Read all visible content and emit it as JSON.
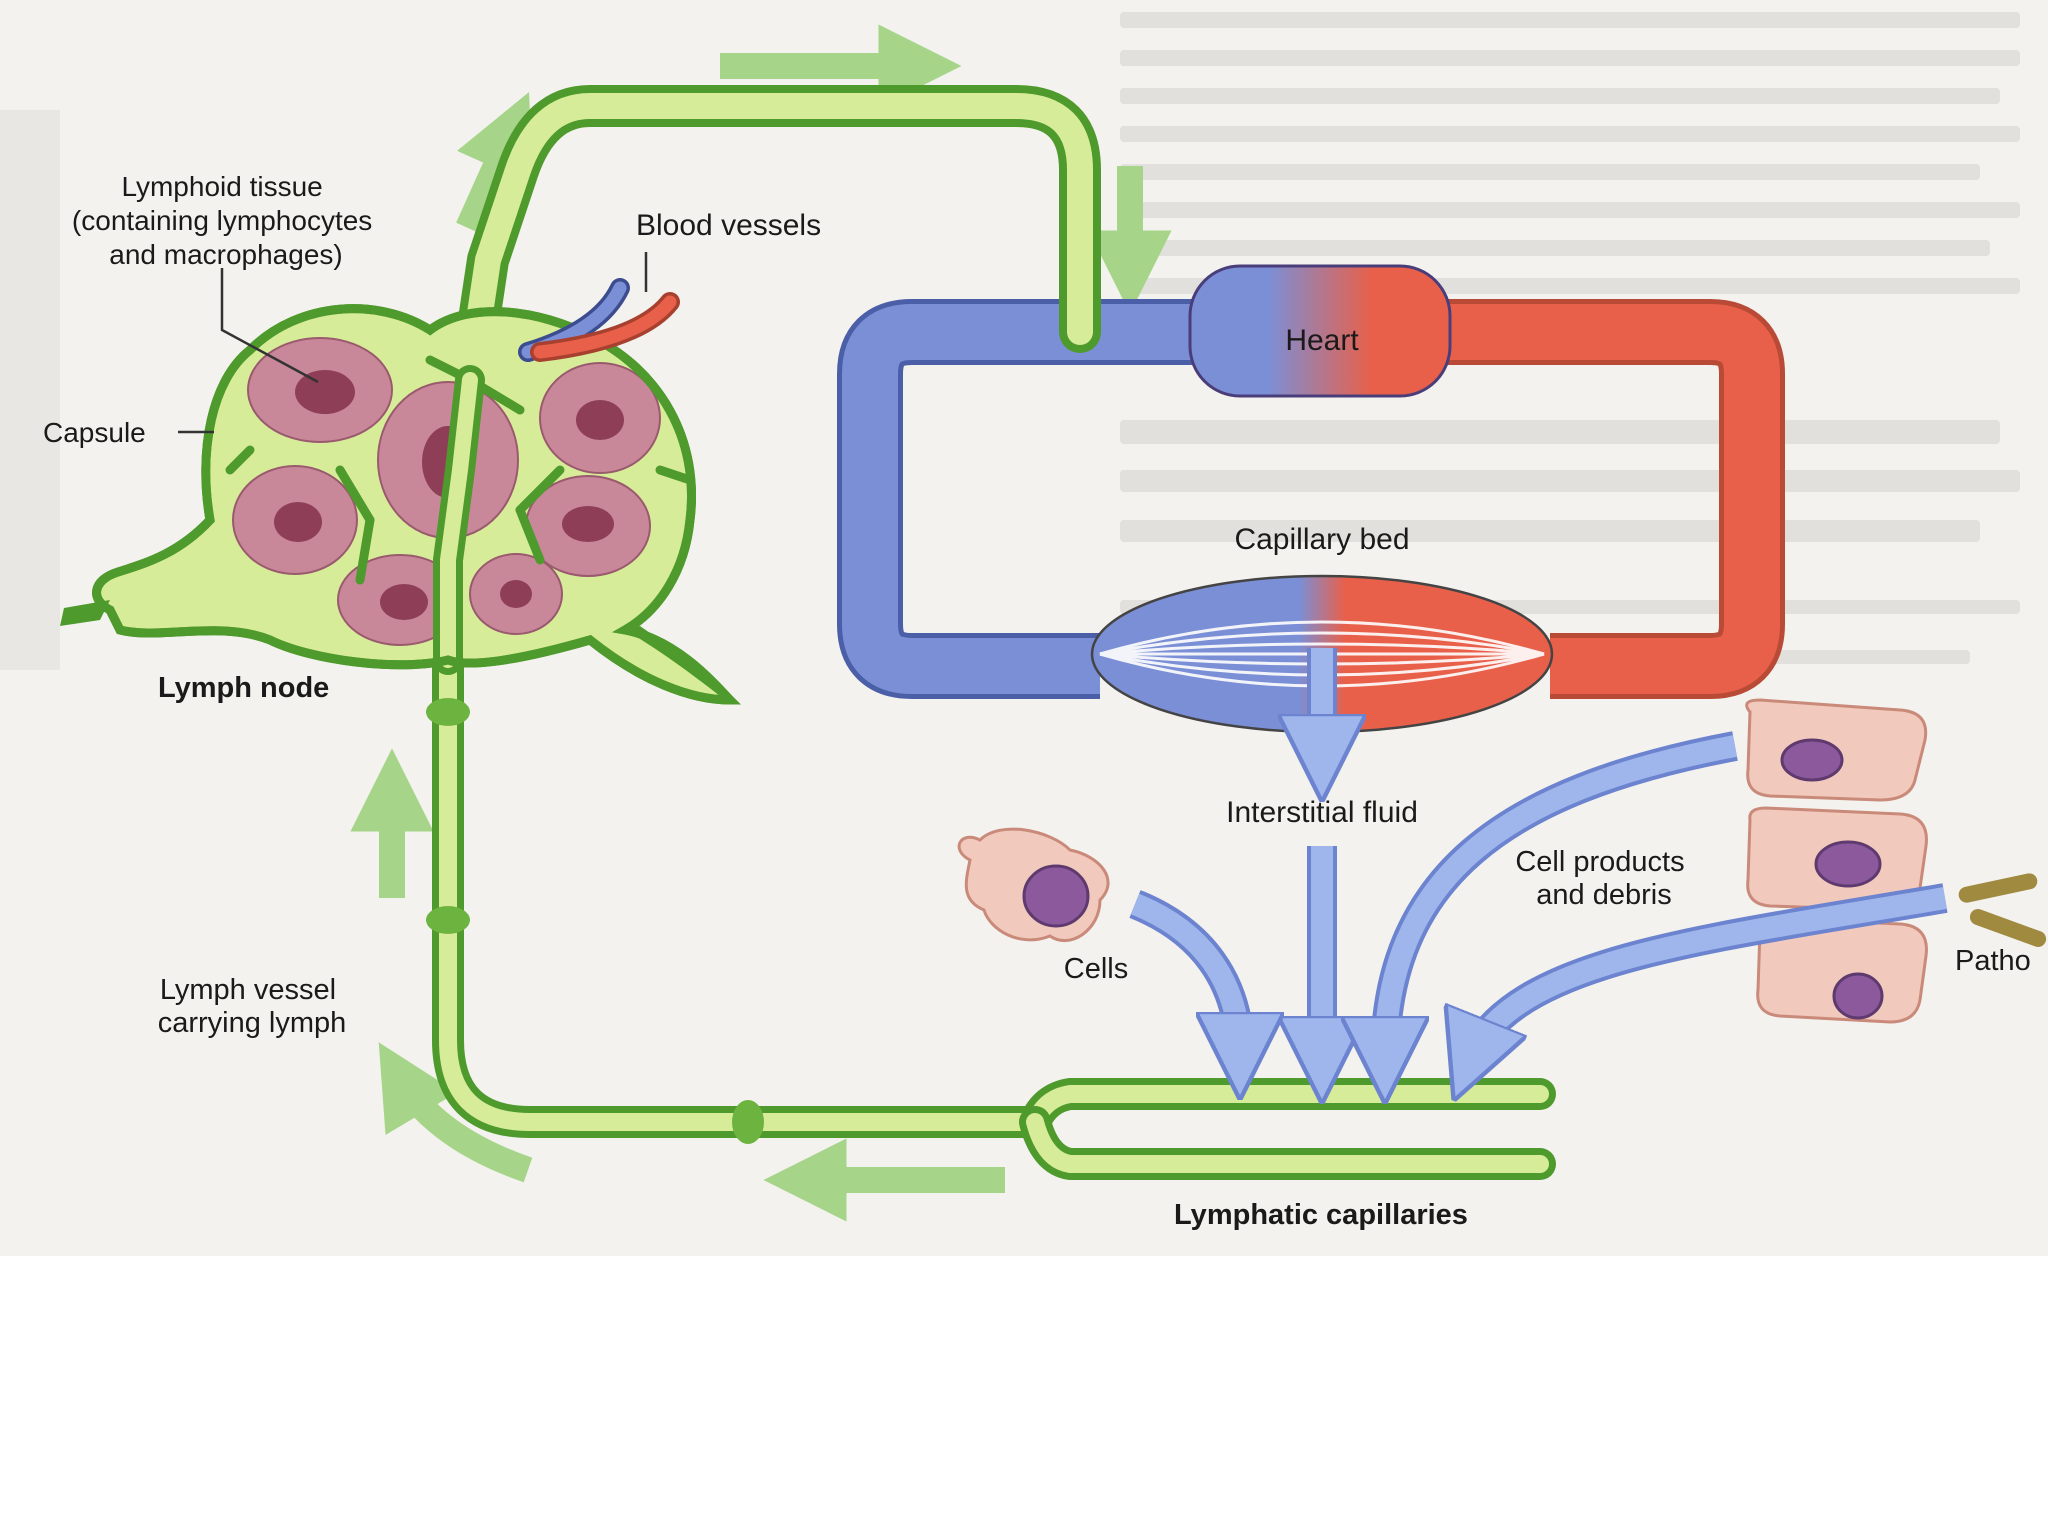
{
  "labels": {
    "lymphoid_tissue": [
      "Lymphoid tissue",
      "(containing lymphocytes",
      "and macrophages)"
    ],
    "blood_vessels": "Blood vessels",
    "capsule": "Capsule",
    "lymph_node": "Lymph node",
    "lymph_vessel": [
      "Lymph vessel",
      "carrying lymph"
    ],
    "heart": "Heart",
    "capillary_bed": "Capillary bed",
    "interstitial_fluid": "Interstitial fluid",
    "cell_products": [
      "Cell products",
      "and debris"
    ],
    "cells": "Cells",
    "pathogens": "Patho",
    "lymphatic_capillaries": "Lymphatic capillaries"
  },
  "colors": {
    "lymph_green": "#6db33f",
    "lymph_light": "#d7ec98",
    "vein_blue": "#7b8fd6",
    "artery_red": "#e8604a",
    "flow_arrow_green": "#a6d58a",
    "fluid_arrow_blue": "#9fb6ec",
    "cell_fill": "#f2c9bd",
    "nucleus": "#8c5a9c",
    "background": "#f3f2ee"
  }
}
